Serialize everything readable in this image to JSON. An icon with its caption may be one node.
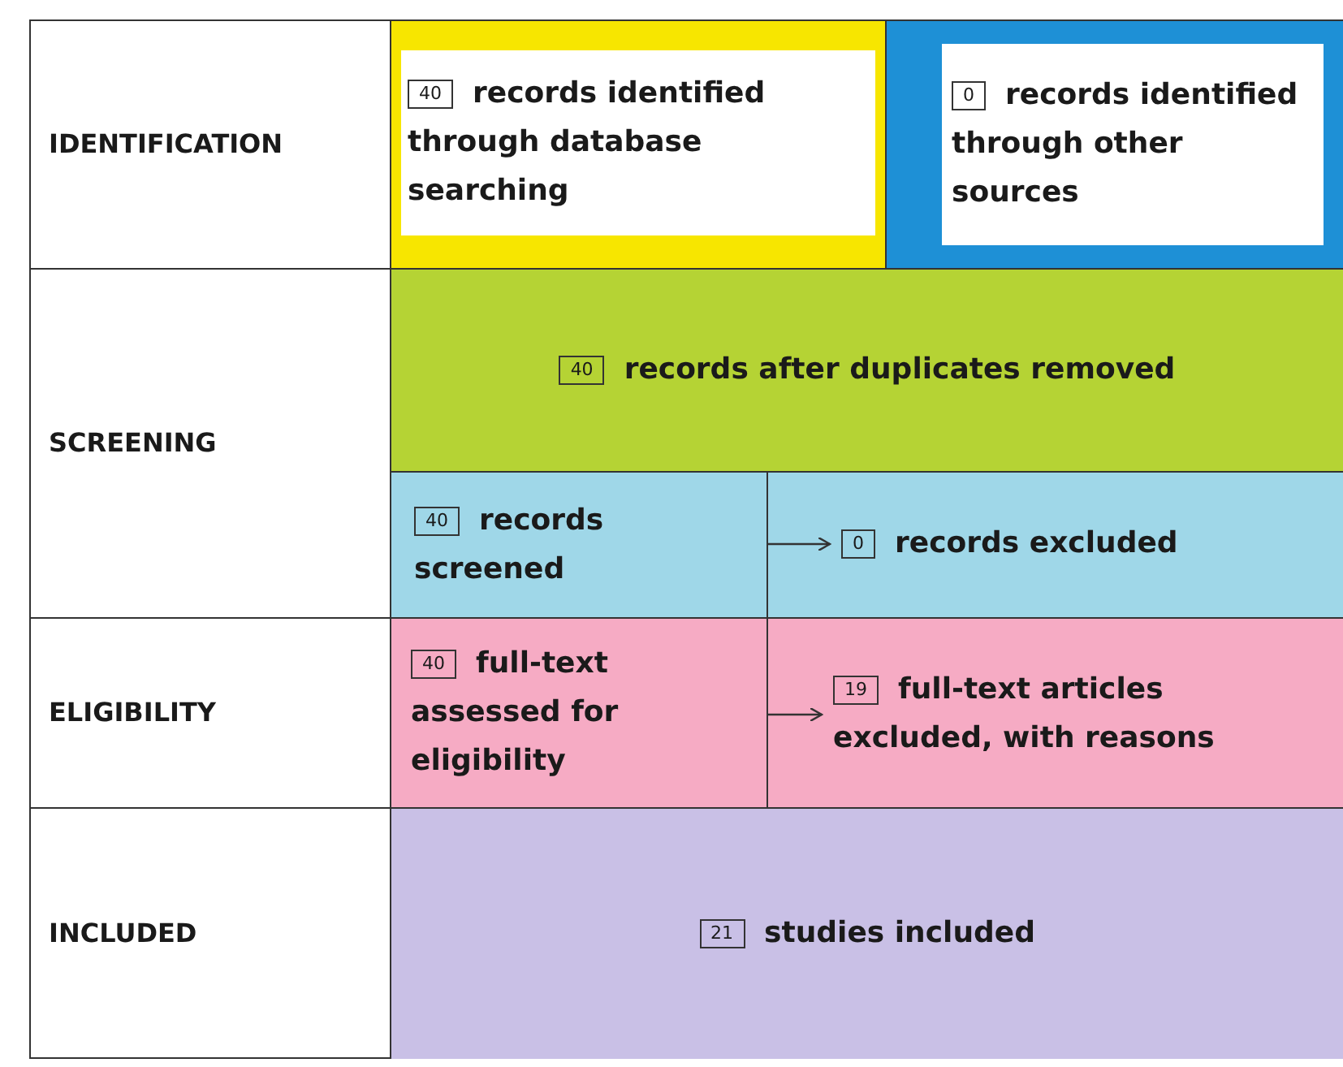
{
  "diagram": {
    "nodes": [
      {
        "text": [
          "IDENTIFICATION"
        ]
      },
      {
        "text": [
          "40",
          "records identified through database searching"
        ]
      },
      {
        "text": [
          "0",
          "records identified through other sources"
        ]
      },
      {
        "text": [
          "SCREENING"
        ]
      },
      {
        "text": [
          "40",
          "records after duplicates removed"
        ]
      },
      {
        "text": [
          "40",
          "records screened"
        ]
      },
      {
        "text": [
          "0",
          "records excluded"
        ]
      },
      {
        "text": [
          "ELIGIBILITY"
        ]
      },
      {
        "text": [
          "40",
          "full-text assessed for eligibility"
        ]
      },
      {
        "text": [
          "19",
          "full-text articles excluded, with reasons"
        ]
      },
      {
        "text": [
          "INCLUDED"
        ]
      },
      {
        "text": [
          "21",
          "studies included"
        ]
      }
    ],
    "edges": [
      {
        "from": 5,
        "to": 6,
        "arrow": "to"
      },
      {
        "from": 8,
        "to": 9,
        "arrow": "to"
      }
    ]
  }
}
